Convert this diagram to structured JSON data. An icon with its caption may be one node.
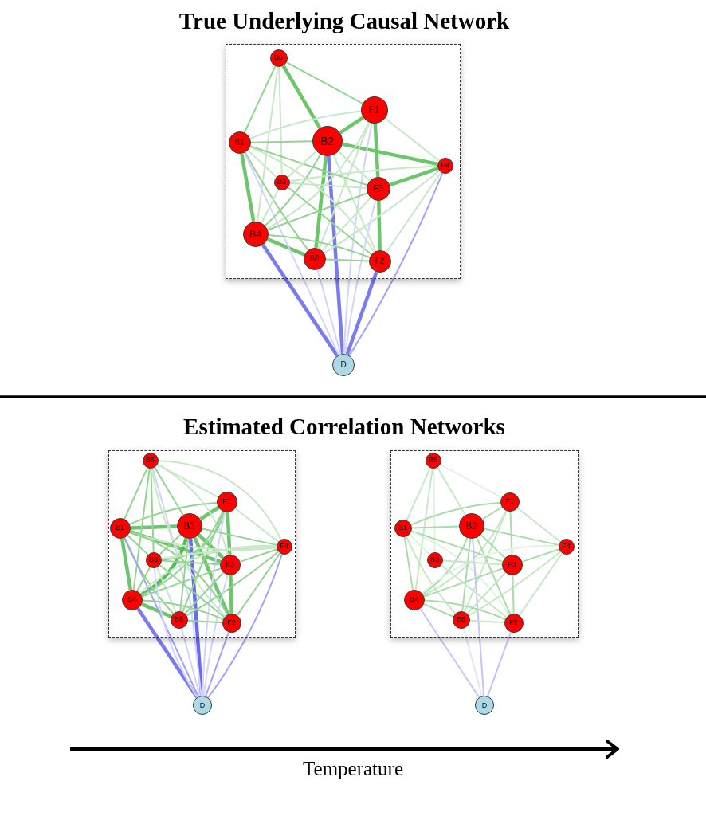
{
  "diagram": {
    "nodes": [
      {
        "text": [],
        "shape": "box"
      },
      {
        "text": [
          "B5"
        ],
        "in": 0
      },
      {
        "text": [
          "F1"
        ],
        "in": 0
      },
      {
        "text": [
          "B1"
        ],
        "in": 0
      },
      {
        "text": [
          "B2"
        ],
        "in": 0
      },
      {
        "text": [
          "F4"
        ],
        "in": 0
      },
      {
        "text": [
          "B3"
        ],
        "in": 0
      },
      {
        "text": [
          "F3"
        ],
        "in": 0
      },
      {
        "text": [
          "B4"
        ],
        "in": 0
      },
      {
        "text": [
          "B6"
        ],
        "in": 0
      },
      {
        "text": [
          "F2"
        ],
        "in": 0
      },
      {
        "text": [
          "D"
        ]
      },
      {
        "text": [],
        "shape": "box"
      },
      {
        "text": [
          "B5"
        ],
        "in": 12
      },
      {
        "text": [
          "F1"
        ],
        "in": 12
      },
      {
        "text": [
          "B1"
        ],
        "in": 12
      },
      {
        "text": [
          "B2"
        ],
        "in": 12
      },
      {
        "text": [
          "F4"
        ],
        "in": 12
      },
      {
        "text": [
          "B3"
        ],
        "in": 12
      },
      {
        "text": [
          "F3"
        ],
        "in": 12
      },
      {
        "text": [
          "B4"
        ],
        "in": 12
      },
      {
        "text": [
          "B6"
        ],
        "in": 12
      },
      {
        "text": [
          "F2"
        ],
        "in": 12
      },
      {
        "text": [
          "D"
        ]
      },
      {
        "text": [],
        "shape": "box"
      },
      {
        "text": [
          "B5"
        ],
        "in": 24
      },
      {
        "text": [
          "F1"
        ],
        "in": 24
      },
      {
        "text": [
          "B1"
        ],
        "in": 24
      },
      {
        "text": [
          "B2"
        ],
        "in": 24
      },
      {
        "text": [
          "F4"
        ],
        "in": 24
      },
      {
        "text": [
          "B3"
        ],
        "in": 24
      },
      {
        "text": [
          "F3"
        ],
        "in": 24
      },
      {
        "text": [
          "B4"
        ],
        "in": 24
      },
      {
        "text": [
          "B6"
        ],
        "in": 24
      },
      {
        "text": [
          "F2"
        ],
        "in": 24
      },
      {
        "text": [
          "D"
        ]
      }
    ],
    "edges": [
      {
        "from": 1,
        "to": 2,
        "arrow": "none",
        "color": "#93d493"
      },
      {
        "from": 1,
        "to": 4,
        "arrow": "none",
        "style": "thick",
        "color": "#6cc66c"
      },
      {
        "from": 1,
        "to": 3,
        "arrow": "none",
        "color": "#93d493"
      },
      {
        "from": 1,
        "to": 6,
        "arrow": "none",
        "color": "#c6e8c6"
      },
      {
        "from": 1,
        "to": 8,
        "arrow": "none",
        "color": "#c6e8c6"
      },
      {
        "from": 2,
        "to": 4,
        "arrow": "none",
        "style": "thick",
        "color": "#6cc66c"
      },
      {
        "from": 2,
        "to": 3,
        "arrow": "none",
        "color": "#c6e8c6"
      },
      {
        "from": 2,
        "to": 7,
        "arrow": "none",
        "style": "thick",
        "color": "#6cc66c"
      },
      {
        "from": 2,
        "to": 5,
        "arrow": "none",
        "color": "#c6e8c6"
      },
      {
        "from": 2,
        "to": 8,
        "arrow": "none",
        "color": "#c6e8c6"
      },
      {
        "from": 2,
        "to": 9,
        "arrow": "none",
        "color": "#c6e8c6"
      },
      {
        "from": 2,
        "to": 11,
        "arrow": "none",
        "color": "#d4d4fb"
      },
      {
        "from": 3,
        "to": 4,
        "arrow": "none",
        "color": "#93d493"
      },
      {
        "from": 3,
        "to": 8,
        "arrow": "none",
        "style": "thick",
        "color": "#6cc66c"
      },
      {
        "from": 3,
        "to": 7,
        "arrow": "none",
        "color": "#93d493"
      },
      {
        "from": 3,
        "to": 9,
        "arrow": "none",
        "color": "#93d493"
      },
      {
        "from": 3,
        "to": 6,
        "arrow": "none",
        "color": "#c6e8c6"
      },
      {
        "from": 3,
        "to": 10,
        "arrow": "none",
        "color": "#c6e8c6"
      },
      {
        "from": 3,
        "to": 11,
        "arrow": "none",
        "color": "#d4d4fb"
      },
      {
        "from": 4,
        "to": 5,
        "arrow": "none",
        "style": "thick",
        "color": "#6cc66c"
      },
      {
        "from": 4,
        "to": 7,
        "arrow": "none",
        "color": "#c6e8c6"
      },
      {
        "from": 4,
        "to": 9,
        "arrow": "none",
        "style": "thick",
        "color": "#6cc66c"
      },
      {
        "from": 4,
        "to": 8,
        "arrow": "none",
        "color": "#93d493"
      },
      {
        "from": 4,
        "to": 6,
        "arrow": "none",
        "color": "#c6e8c6"
      },
      {
        "from": 4,
        "to": 10,
        "arrow": "none",
        "color": "#c6e8c6"
      },
      {
        "from": 4,
        "to": 11,
        "arrow": "none",
        "style": "thick",
        "color": "#7a7af2"
      },
      {
        "from": 5,
        "to": 7,
        "arrow": "none",
        "style": "thick",
        "color": "#6cc66c"
      },
      {
        "from": 5,
        "to": 6,
        "arrow": "none",
        "color": "#c6e8c6"
      },
      {
        "from": 5,
        "to": 9,
        "arrow": "none",
        "color": "#c6e8c6"
      },
      {
        "from": 5,
        "to": 10,
        "arrow": "none",
        "color": "#c6e8c6"
      },
      {
        "from": 5,
        "to": 11,
        "arrow": "none",
        "color": "#a3a3f6"
      },
      {
        "from": 6,
        "to": 7,
        "arrow": "none",
        "color": "#c6e8c6"
      },
      {
        "from": 6,
        "to": 10,
        "arrow": "none",
        "color": "#93d493"
      },
      {
        "from": 6,
        "to": 8,
        "arrow": "none",
        "color": "#c6e8c6"
      },
      {
        "from": 7,
        "to": 10,
        "arrow": "none",
        "style": "thick",
        "color": "#6cc66c"
      },
      {
        "from": 7,
        "to": 8,
        "arrow": "none",
        "color": "#93d493"
      },
      {
        "from": 7,
        "to": 9,
        "arrow": "none",
        "color": "#c6e8c6"
      },
      {
        "from": 7,
        "to": 11,
        "arrow": "none",
        "color": "#d4d4fb"
      },
      {
        "from": 8,
        "to": 9,
        "arrow": "none",
        "style": "thick",
        "color": "#6cc66c"
      },
      {
        "from": 8,
        "to": 10,
        "arrow": "none",
        "color": "#93d493"
      },
      {
        "from": 8,
        "to": 11,
        "arrow": "none",
        "style": "thick",
        "color": "#7a7af2"
      },
      {
        "from": 9,
        "to": 10,
        "arrow": "none",
        "color": "#93d493"
      },
      {
        "from": 9,
        "to": 11,
        "arrow": "none",
        "color": "#d4d4fb"
      },
      {
        "from": 10,
        "to": 11,
        "arrow": "none",
        "style": "thick",
        "color": "#7a7af2"
      },
      {
        "from": 13,
        "to": 14,
        "arrow": "none",
        "color": "#c6e8c6"
      },
      {
        "from": 13,
        "to": 15,
        "arrow": "none",
        "color": "#93d493"
      },
      {
        "from": 13,
        "to": 16,
        "arrow": "none",
        "color": "#93d493"
      },
      {
        "from": 13,
        "to": 18,
        "arrow": "none",
        "color": "#93d493"
      },
      {
        "from": 13,
        "to": 20,
        "arrow": "none",
        "color": "#93d493"
      },
      {
        "from": 13,
        "to": 19,
        "arrow": "none",
        "color": "#c6e8c6"
      },
      {
        "from": 13,
        "to": 17,
        "arrow": "none",
        "color": "#c6e8c6"
      },
      {
        "from": 13,
        "to": 23,
        "arrow": "none",
        "color": "#d4d4fb"
      },
      {
        "from": 13,
        "to": 22,
        "arrow": "none",
        "color": "#c6e8c6"
      },
      {
        "from": 14,
        "to": 15,
        "arrow": "none",
        "color": "#93d493"
      },
      {
        "from": 14,
        "to": 16,
        "arrow": "none",
        "style": "thick",
        "color": "#6cc66c"
      },
      {
        "from": 14,
        "to": 19,
        "arrow": "none",
        "style": "thick",
        "color": "#6cc66c"
      },
      {
        "from": 14,
        "to": 17,
        "arrow": "none",
        "color": "#c6e8c6"
      },
      {
        "from": 14,
        "to": 18,
        "arrow": "none",
        "color": "#93d493"
      },
      {
        "from": 14,
        "to": 20,
        "arrow": "none",
        "color": "#93d493"
      },
      {
        "from": 14,
        "to": 21,
        "arrow": "none",
        "color": "#93d493"
      },
      {
        "from": 14,
        "to": 23,
        "arrow": "none",
        "color": "#d4d4fb"
      },
      {
        "from": 15,
        "to": 16,
        "arrow": "none",
        "style": "thick",
        "color": "#6cc66c"
      },
      {
        "from": 15,
        "to": 20,
        "arrow": "none",
        "style": "thick",
        "color": "#6cc66c"
      },
      {
        "from": 15,
        "to": 19,
        "arrow": "none",
        "style": "thick",
        "color": "#6cc66c"
      },
      {
        "from": 15,
        "to": 17,
        "arrow": "none",
        "color": "#c6e8c6"
      },
      {
        "from": 15,
        "to": 18,
        "arrow": "none",
        "color": "#93d493"
      },
      {
        "from": 15,
        "to": 21,
        "arrow": "none",
        "color": "#93d493"
      },
      {
        "from": 15,
        "to": 22,
        "arrow": "none",
        "color": "#93d493"
      },
      {
        "from": 15,
        "to": 23,
        "arrow": "none",
        "color": "#a3a3f6"
      },
      {
        "from": 16,
        "to": 20,
        "arrow": "none",
        "style": "thick",
        "color": "#55bb55"
      },
      {
        "from": 16,
        "to": 19,
        "arrow": "none",
        "style": "thick",
        "color": "#6cc66c"
      },
      {
        "from": 16,
        "to": 22,
        "arrow": "none",
        "style": "thick",
        "color": "#6cc66c"
      },
      {
        "from": 16,
        "to": 21,
        "arrow": "none",
        "color": "#93d493"
      },
      {
        "from": 16,
        "to": 17,
        "arrow": "none",
        "color": "#93d493"
      },
      {
        "from": 16,
        "to": 18,
        "arrow": "none",
        "color": "#93d493"
      },
      {
        "from": 16,
        "to": 23,
        "arrow": "none",
        "style": "thick",
        "color": "#6a6af0"
      },
      {
        "from": 17,
        "to": 19,
        "arrow": "none",
        "color": "#93d493"
      },
      {
        "from": 17,
        "to": 18,
        "arrow": "none",
        "color": "#c6e8c6"
      },
      {
        "from": 17,
        "to": 21,
        "arrow": "none",
        "color": "#93d493"
      },
      {
        "from": 17,
        "to": 22,
        "arrow": "none",
        "color": "#93d493"
      },
      {
        "from": 17,
        "to": 20,
        "arrow": "none",
        "color": "#c6e8c6"
      },
      {
        "from": 17,
        "to": 23,
        "arrow": "none",
        "color": "#a3a3f6"
      },
      {
        "from": 18,
        "to": 19,
        "arrow": "none",
        "color": "#93d493"
      },
      {
        "from": 18,
        "to": 20,
        "arrow": "none",
        "color": "#93d493"
      },
      {
        "from": 18,
        "to": 22,
        "arrow": "none",
        "color": "#93d493"
      },
      {
        "from": 18,
        "to": 21,
        "arrow": "none",
        "color": "#c6e8c6"
      },
      {
        "from": 18,
        "to": 23,
        "arrow": "none",
        "color": "#d4d4fb"
      },
      {
        "from": 19,
        "to": 22,
        "arrow": "none",
        "style": "thick",
        "color": "#6cc66c"
      },
      {
        "from": 19,
        "to": 20,
        "arrow": "none",
        "color": "#93d493"
      },
      {
        "from": 19,
        "to": 21,
        "arrow": "none",
        "color": "#93d493"
      },
      {
        "from": 19,
        "to": 23,
        "arrow": "none",
        "color": "#d4d4fb"
      },
      {
        "from": 20,
        "to": 21,
        "arrow": "none",
        "style": "thick",
        "color": "#6cc66c"
      },
      {
        "from": 20,
        "to": 22,
        "arrow": "none",
        "color": "#93d493"
      },
      {
        "from": 20,
        "to": 23,
        "arrow": "none",
        "style": "thick",
        "color": "#7a7af2"
      },
      {
        "from": 21,
        "to": 22,
        "arrow": "none",
        "color": "#93d493"
      },
      {
        "from": 21,
        "to": 23,
        "arrow": "none",
        "color": "#d4d4fb"
      },
      {
        "from": 22,
        "to": 23,
        "arrow": "none",
        "color": "#a3a3f6"
      },
      {
        "from": 25,
        "to": 27,
        "arrow": "none",
        "color": "#c6e8c6"
      },
      {
        "from": 25,
        "to": 28,
        "arrow": "none",
        "color": "#c6e8c6"
      },
      {
        "from": 25,
        "to": 26,
        "arrow": "none",
        "color": "#e2f2e2"
      },
      {
        "from": 25,
        "to": 32,
        "arrow": "none",
        "color": "#c6e8c6"
      },
      {
        "from": 25,
        "to": 30,
        "arrow": "none",
        "color": "#e2f2e2"
      },
      {
        "from": 26,
        "to": 27,
        "arrow": "none",
        "color": "#a8dca8"
      },
      {
        "from": 26,
        "to": 28,
        "arrow": "none",
        "color": "#a8dca8"
      },
      {
        "from": 26,
        "to": 31,
        "arrow": "none",
        "color": "#a8dca8"
      },
      {
        "from": 26,
        "to": 29,
        "arrow": "none",
        "color": "#c6e8c6"
      },
      {
        "from": 26,
        "to": 32,
        "arrow": "none",
        "color": "#c6e8c6"
      },
      {
        "from": 26,
        "to": 33,
        "arrow": "none",
        "color": "#c6e8c6"
      },
      {
        "from": 27,
        "to": 28,
        "arrow": "none",
        "color": "#a8dca8"
      },
      {
        "from": 27,
        "to": 32,
        "arrow": "none",
        "color": "#a8dca8"
      },
      {
        "from": 27,
        "to": 31,
        "arrow": "none",
        "color": "#a8dca8"
      },
      {
        "from": 27,
        "to": 33,
        "arrow": "none",
        "color": "#c6e8c6"
      },
      {
        "from": 27,
        "to": 34,
        "arrow": "none",
        "color": "#e2f2e2"
      },
      {
        "from": 27,
        "to": 30,
        "arrow": "none",
        "color": "#e2f2e2"
      },
      {
        "from": 28,
        "to": 31,
        "arrow": "none",
        "color": "#a8dca8"
      },
      {
        "from": 28,
        "to": 34,
        "arrow": "none",
        "color": "#a8dca8"
      },
      {
        "from": 28,
        "to": 32,
        "arrow": "none",
        "color": "#a8dca8"
      },
      {
        "from": 28,
        "to": 33,
        "arrow": "none",
        "color": "#a8dca8"
      },
      {
        "from": 28,
        "to": 29,
        "arrow": "none",
        "color": "#a8dca8"
      },
      {
        "from": 28,
        "to": 35,
        "arrow": "none",
        "color": "#c4c4fa"
      },
      {
        "from": 29,
        "to": 31,
        "arrow": "none",
        "color": "#a8dca8"
      },
      {
        "from": 29,
        "to": 34,
        "arrow": "none",
        "color": "#c6e8c6"
      },
      {
        "from": 29,
        "to": 33,
        "arrow": "none",
        "color": "#c6e8c6"
      },
      {
        "from": 29,
        "to": 32,
        "arrow": "none",
        "color": "#e2f2e2"
      },
      {
        "from": 30,
        "to": 31,
        "arrow": "none",
        "color": "#c6e8c6"
      },
      {
        "from": 30,
        "to": 34,
        "arrow": "none",
        "color": "#c6e8c6"
      },
      {
        "from": 31,
        "to": 34,
        "arrow": "none",
        "color": "#a8dca8"
      },
      {
        "from": 31,
        "to": 32,
        "arrow": "none",
        "color": "#a8dca8"
      },
      {
        "from": 31,
        "to": 33,
        "arrow": "none",
        "color": "#c6e8c6"
      },
      {
        "from": 32,
        "to": 33,
        "arrow": "none",
        "color": "#a8dca8"
      },
      {
        "from": 32,
        "to": 34,
        "arrow": "none",
        "color": "#a8dca8"
      },
      {
        "from": 32,
        "to": 35,
        "arrow": "none",
        "color": "#c4c4fa"
      },
      {
        "from": 33,
        "to": 34,
        "arrow": "none",
        "color": "#c6e8c6"
      },
      {
        "from": 33,
        "to": 35,
        "arrow": "none",
        "color": "#e4e4fc"
      },
      {
        "from": 34,
        "to": 35,
        "arrow": "none",
        "color": "#c4c4fa"
      }
    ],
    "labels": [
      "True Underlying Causal Network",
      "Estimated Correlation Networks",
      "Temperature"
    ]
  }
}
